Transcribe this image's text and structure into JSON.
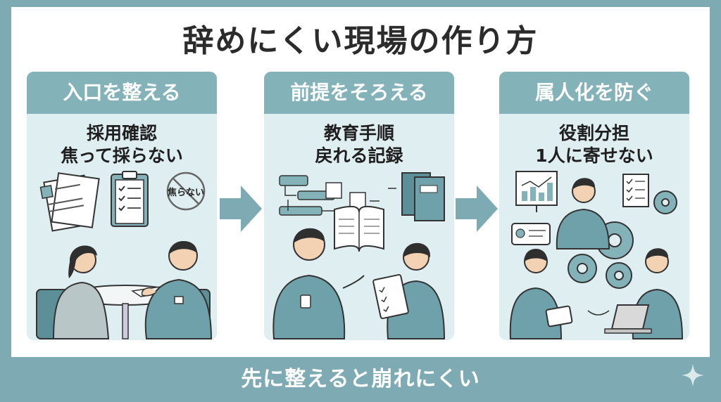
{
  "title": "辞めにくい現場の作り方",
  "cards": [
    {
      "header": "入口を整える",
      "lines": [
        "採用確認",
        "焦って採らない"
      ],
      "sign_text": "焦らない"
    },
    {
      "header": "前提をそろえる",
      "lines": [
        "教育手順",
        "戻れる記録"
      ]
    },
    {
      "header": "属人化を防ぐ",
      "lines": [
        "役割分担",
        "1人に寄せない"
      ]
    }
  ],
  "footer": "先に整えると崩れにくい",
  "colors": {
    "background": "#7eaab3",
    "card": "#dfeef0",
    "header": "#84b2b9",
    "accent": "#5d8f98"
  },
  "icons": [
    "arrow-right-icon",
    "sparkle-icon"
  ]
}
